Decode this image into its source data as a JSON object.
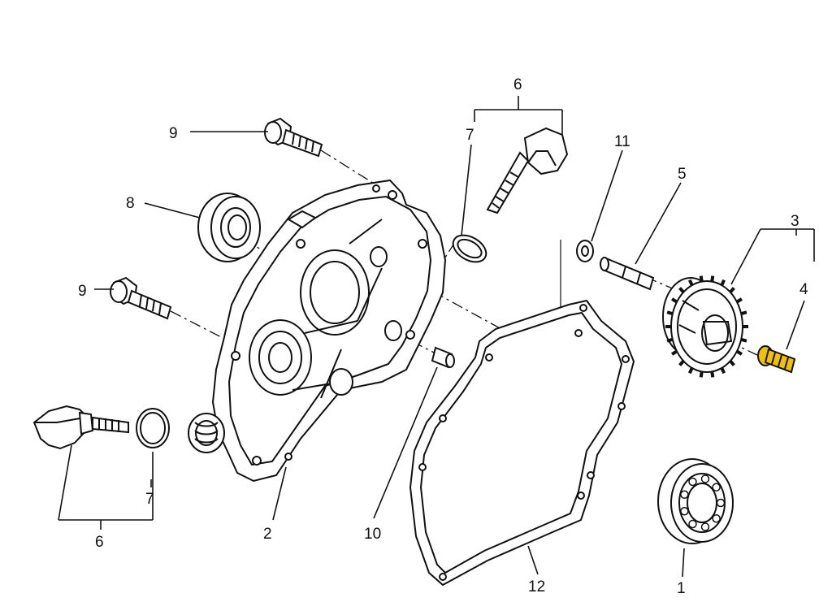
{
  "callouts": {
    "c1": "1",
    "c2": "2",
    "c3": "3",
    "c4": "4",
    "c5": "5",
    "c6_top": "6",
    "c6_bottom": "6",
    "c7_top": "7",
    "c7_bottom": "7",
    "c8": "8",
    "c9_top": "9",
    "c9_mid": "9",
    "c10": "10",
    "c11": "11",
    "c12": "12"
  },
  "highlight_color": "#f2c200"
}
